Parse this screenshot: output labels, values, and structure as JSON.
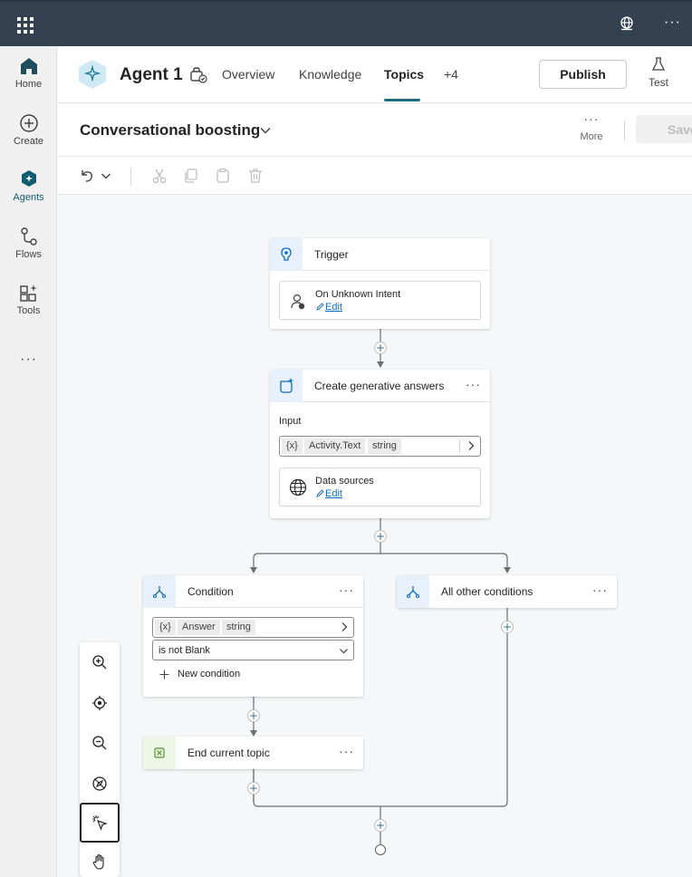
{
  "topbar": {
    "waffle_icon": "app-launcher-icon",
    "globe_icon": "environment-icon",
    "more_icon": "more-icon"
  },
  "rail": {
    "items": [
      {
        "label": "Home",
        "icon": "home-icon"
      },
      {
        "label": "Create",
        "icon": "add-circle-icon"
      },
      {
        "label": "Agents",
        "icon": "agent-icon"
      },
      {
        "label": "Flows",
        "icon": "flow-icon"
      },
      {
        "label": "Tools",
        "icon": "tools-icon"
      }
    ]
  },
  "header": {
    "agent_name": "Agent 1",
    "tabs": [
      {
        "label": "Overview"
      },
      {
        "label": "Knowledge"
      },
      {
        "label": "Topics"
      },
      {
        "label": "+4"
      }
    ],
    "active_tab": "Topics",
    "publish_label": "Publish",
    "test_label": "Test"
  },
  "topicbar": {
    "title": "Conversational boosting",
    "more_label": "More",
    "save_label": "Save"
  },
  "canvas": {
    "trigger": {
      "title": "Trigger",
      "card_title": "On Unknown Intent",
      "edit_label": "Edit"
    },
    "gen_answers": {
      "title": "Create generative answers",
      "input_label": "Input",
      "var_icon": "{x}",
      "var_name": "Activity.Text",
      "var_type": "string",
      "ds_title": "Data sources",
      "ds_edit": "Edit"
    },
    "condition": {
      "title": "Condition",
      "var_icon": "{x}",
      "var_name": "Answer",
      "var_type": "string",
      "operator": "is not Blank",
      "new_condition": "New condition"
    },
    "other_conditions": {
      "title": "All other conditions"
    },
    "end_topic": {
      "title": "End current topic"
    },
    "colors": {
      "accent": "#1a6b80",
      "link": "#0f6cbd",
      "icon_bg": "#e8f1fb"
    }
  }
}
